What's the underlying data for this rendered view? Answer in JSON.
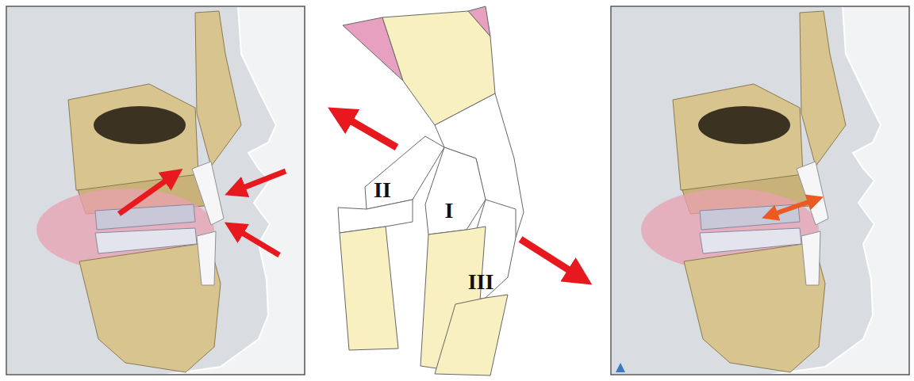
{
  "diagram": {
    "nodes": [
      {
        "text": [
          "II"
        ]
      },
      {
        "text": [
          "I"
        ]
      },
      {
        "text": [
          "III"
        ]
      }
    ]
  }
}
